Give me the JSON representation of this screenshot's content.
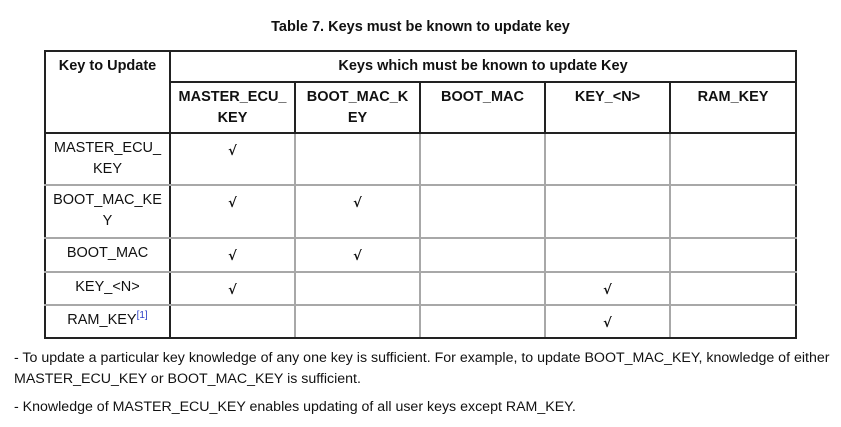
{
  "table": {
    "caption": "Table 7.  Keys must be known to update key",
    "header": {
      "key_col": "Key to Update",
      "group_label": "Keys which must be known to update Key",
      "columns": [
        "MASTER_ECU_ KEY",
        "BOOT_MAC_K EY",
        "BOOT_MAC",
        "KEY_<N>",
        "RAM_KEY"
      ]
    },
    "check_glyph": "√",
    "rows": [
      {
        "key": "MASTER_ECU_ KEY",
        "footnote": "",
        "checks": [
          "√",
          "",
          "",
          "",
          ""
        ]
      },
      {
        "key": "BOOT_MAC_KE Y",
        "footnote": "",
        "checks": [
          "√",
          "√",
          "",
          "",
          ""
        ]
      },
      {
        "key": "BOOT_MAC",
        "footnote": "",
        "checks": [
          "√",
          "√",
          "",
          "",
          ""
        ]
      },
      {
        "key": "KEY_<N>",
        "footnote": "",
        "checks": [
          "√",
          "",
          "",
          "√",
          ""
        ]
      },
      {
        "key": "RAM_KEY",
        "footnote": "[1]",
        "checks": [
          "",
          "",
          "",
          "√",
          ""
        ]
      }
    ]
  },
  "notes": [
    "- To update a particular key knowledge of any one key is sufficient. For example, to update BOOT_MAC_KEY, knowledge of either MASTER_ECU_KEY or BOOT_MAC_KEY is sufficient.",
    "- Knowledge of MASTER_ECU_KEY enables updating of all user keys except RAM_KEY."
  ],
  "colors": {
    "outer_border": "#222222",
    "inner_grid": "#a8a8a8",
    "footnote_link": "#2b3fc7"
  }
}
